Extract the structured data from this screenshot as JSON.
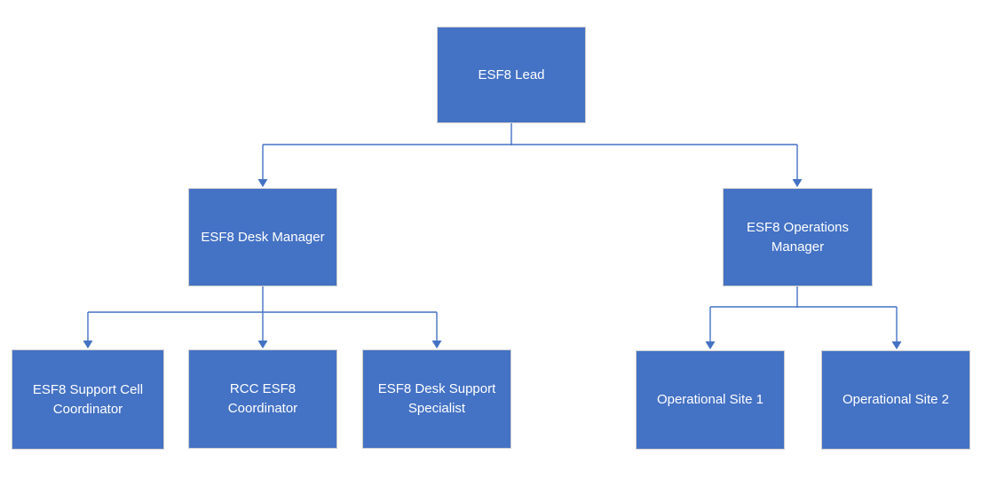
{
  "diagram": {
    "type": "org-chart",
    "colors": {
      "node_fill": "#4472C4",
      "node_border": "#D0CECE",
      "connector": "#4472C4",
      "text": "#FFFFFF",
      "background": "#FFFFFF"
    },
    "nodes": {
      "lead": {
        "label": "ESF8 Lead"
      },
      "desk_manager": {
        "label": "ESF8 Desk Manager"
      },
      "operations_manager": {
        "label": "ESF8 Operations Manager"
      },
      "support_cell_coordinator": {
        "label": "ESF8 Support Cell Coordinator"
      },
      "rcc_coordinator": {
        "label": "RCC ESF8 Coordinator"
      },
      "desk_support_specialist": {
        "label": "ESF8 Desk Support Specialist"
      },
      "operational_site_1": {
        "label": "Operational Site 1"
      },
      "operational_site_2": {
        "label": "Operational Site 2"
      }
    },
    "edges": [
      {
        "from": "lead",
        "to": "desk_manager"
      },
      {
        "from": "lead",
        "to": "operations_manager"
      },
      {
        "from": "desk_manager",
        "to": "support_cell_coordinator"
      },
      {
        "from": "desk_manager",
        "to": "rcc_coordinator"
      },
      {
        "from": "desk_manager",
        "to": "desk_support_specialist"
      },
      {
        "from": "operations_manager",
        "to": "operational_site_1"
      },
      {
        "from": "operations_manager",
        "to": "operational_site_2"
      }
    ]
  }
}
